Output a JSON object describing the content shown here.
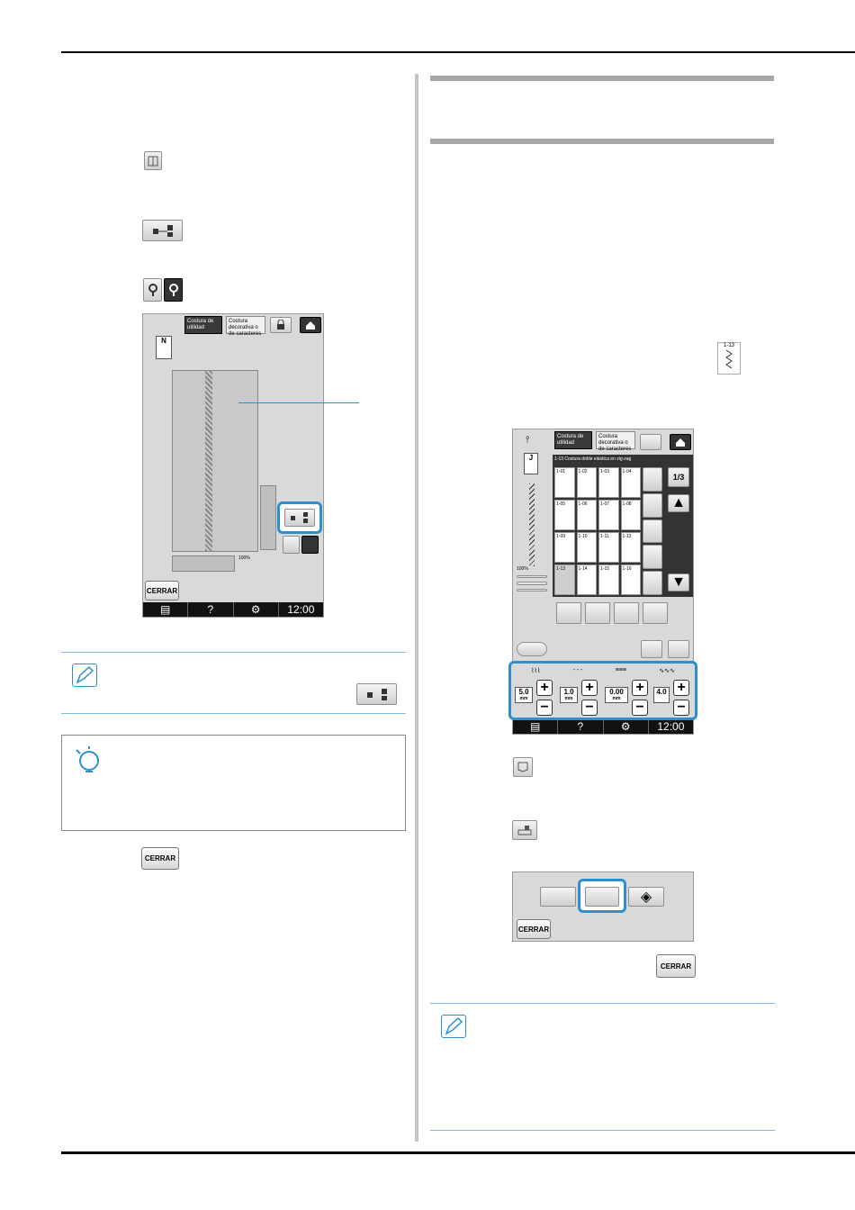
{
  "screen_left": {
    "tab_utility": "Costura de utilidad",
    "tab_decorative": "Costura decorativa o de caracteres",
    "presser_foot": "N",
    "zoom": "100%",
    "close_button": "CERRAR",
    "time": "12:00",
    "help": "?"
  },
  "bottom_left_close": "CERRAR",
  "screen_right": {
    "tab_utility": "Costura de utilidad",
    "tab_decorative": "Costura decorativa o de caracteres",
    "presser_foot": "J",
    "stitch_title": "1-13   Costura doble elástica en zig-zag",
    "page_num": "1",
    "page_den": "3",
    "zoom": "100%",
    "grid": [
      "1-01",
      "1-02",
      "1-03",
      "1-04",
      "1-05",
      "1-06",
      "1-07",
      "1-08",
      "1-09",
      "1-10",
      "1-11",
      "1-12",
      "1-13",
      "1-14",
      "1-15",
      "1-16"
    ],
    "width_value": "5.0",
    "length_value": "1.0",
    "tension_value": "0.00",
    "density_value": "4.0",
    "unit": "mm",
    "time": "12:00",
    "help": "?"
  },
  "stitch_icon_label": "1-13",
  "dialog_close": "CERRAR",
  "bottom_right_close": "CERRAR"
}
